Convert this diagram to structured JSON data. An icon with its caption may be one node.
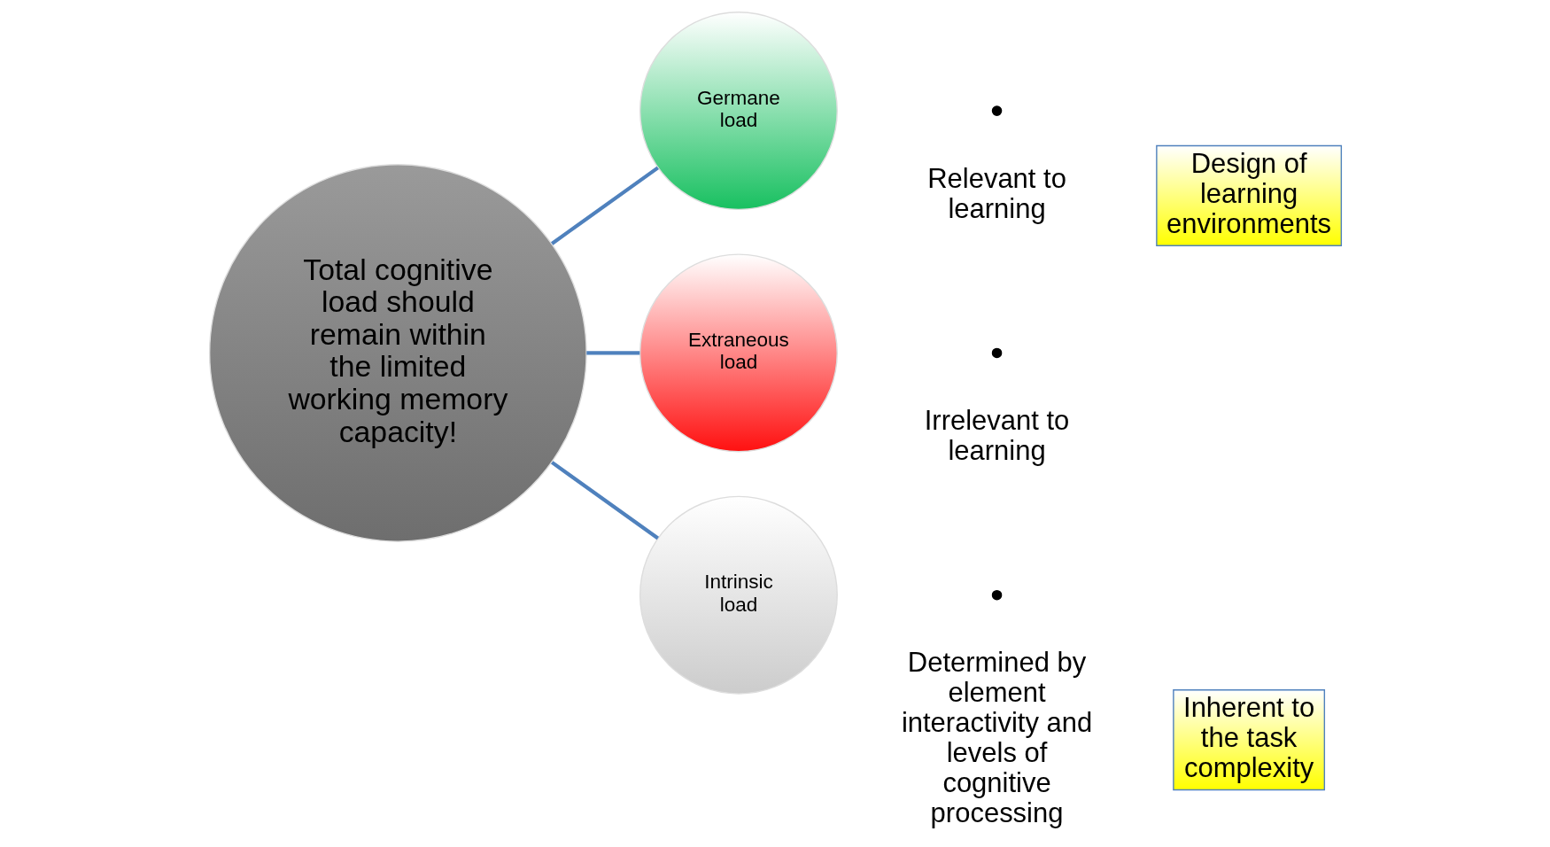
{
  "diagram": {
    "nodes": [
      {
        "text": [
          "Total cognitive load should remain within the limited working memory capacity!"
        ]
      },
      {
        "text": [
          "Germane load"
        ],
        "beside": [
          "Relevant to learning"
        ]
      },
      {
        "text": [
          "Extraneous load"
        ],
        "beside": [
          "Irrelevant to learning"
        ]
      },
      {
        "text": [
          "Intrinsic load"
        ],
        "beside": [
          "Determined by element interactivity and levels of cognitive processing"
        ]
      },
      {
        "text": [
          "Design of learning environments"
        ]
      },
      {
        "text": [
          "Inherent to the task complexity"
        ]
      }
    ],
    "edges": [
      {
        "from": 0,
        "to": 1,
        "arrow": "none"
      },
      {
        "from": 0,
        "to": 2,
        "arrow": "none"
      },
      {
        "from": 0,
        "to": 3,
        "arrow": "none"
      }
    ]
  }
}
